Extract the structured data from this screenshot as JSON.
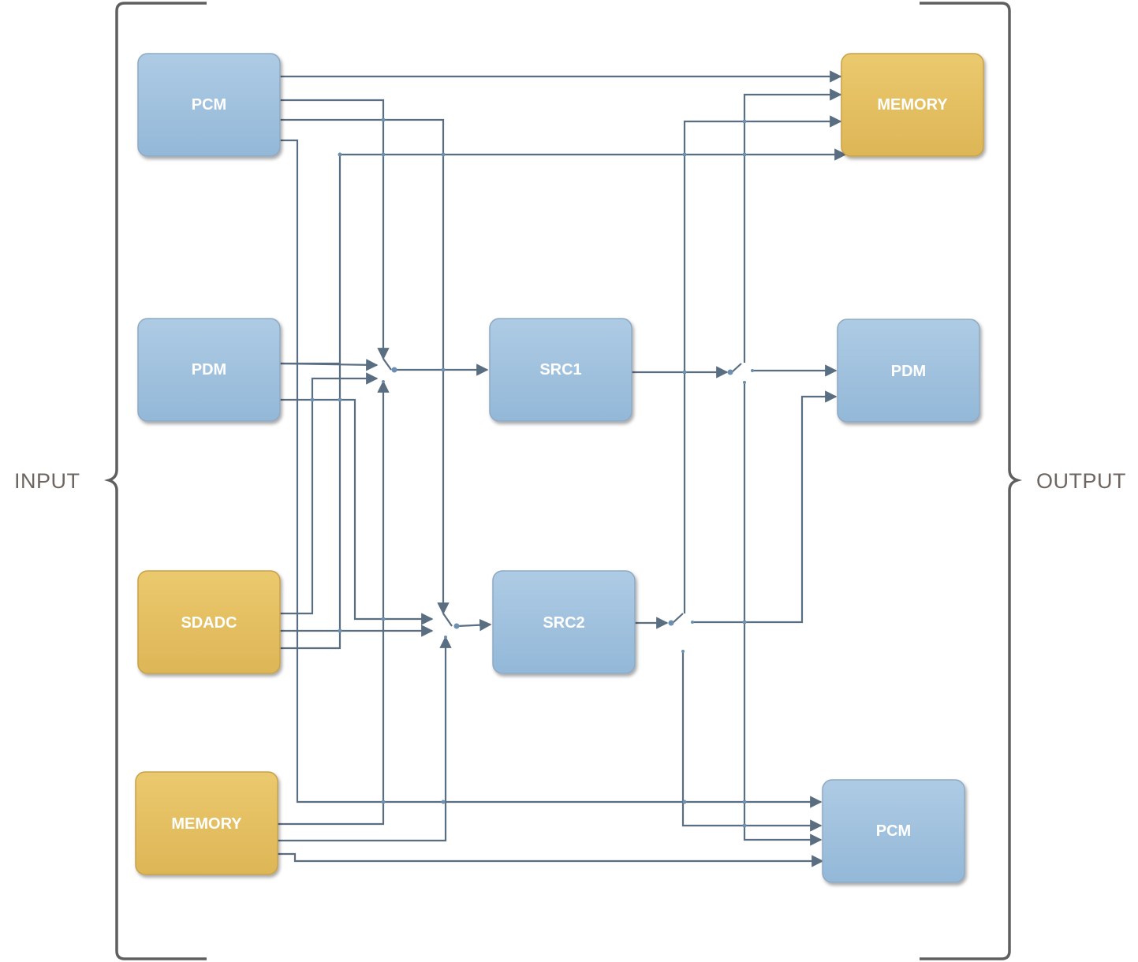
{
  "labels": {
    "input": "INPUT",
    "output": "OUTPUT"
  },
  "inputs": {
    "pcm": "PCM",
    "pdm": "PDM",
    "sdadc": "SDADC",
    "memory": "MEMORY"
  },
  "processing": {
    "src1": "SRC1",
    "src2": "SRC2"
  },
  "outputs": {
    "memory": "MEMORY",
    "pdm": "PDM",
    "pcm": "PCM"
  },
  "colors": {
    "blue_block": "#9fc2df",
    "gold_block": "#e5c062",
    "wire": "#5a6e82",
    "bracket": "#5f5f5f",
    "label": "#6e6560"
  }
}
